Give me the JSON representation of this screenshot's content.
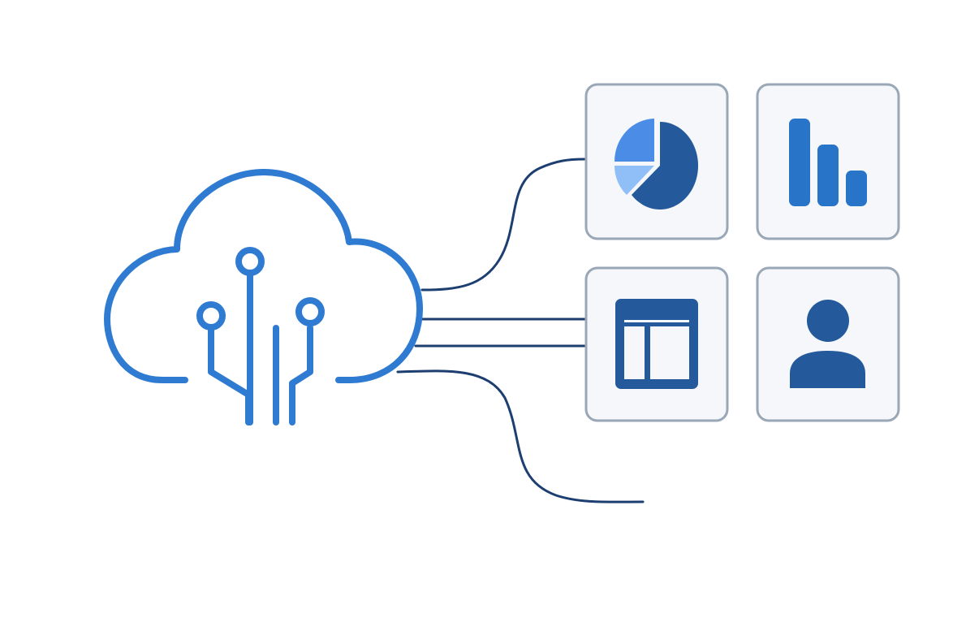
{
  "diagram": {
    "source": {
      "icon": "cloud-circuit-icon"
    },
    "connectors": [
      {
        "from": "cloud",
        "to": "pie-chart-tile",
        "style": "curve"
      },
      {
        "from": "cloud",
        "to": "table-layout-tile",
        "style": "double-line"
      },
      {
        "from": "cloud",
        "to": "open-end",
        "style": "curve"
      }
    ],
    "tiles": [
      {
        "name": "pie-chart-tile",
        "icon": "pie-chart-icon"
      },
      {
        "name": "bar-chart-tile",
        "icon": "bar-chart-icon"
      },
      {
        "name": "table-layout-tile",
        "icon": "table-layout-icon"
      },
      {
        "name": "user-profile-tile",
        "icon": "user-icon"
      }
    ]
  },
  "colors": {
    "cloud_stroke": "#2f7bd2",
    "connector": "#1d3e70",
    "tile_fill": "#f5f7fb",
    "tile_border": "#9aa7b6",
    "pie_main": "#245a9b",
    "pie_slice_a": "#4a8ce6",
    "pie_slice_b": "#8fbff6",
    "bar": "#2874c8",
    "table": "#245a9b",
    "user": "#245a9b"
  }
}
